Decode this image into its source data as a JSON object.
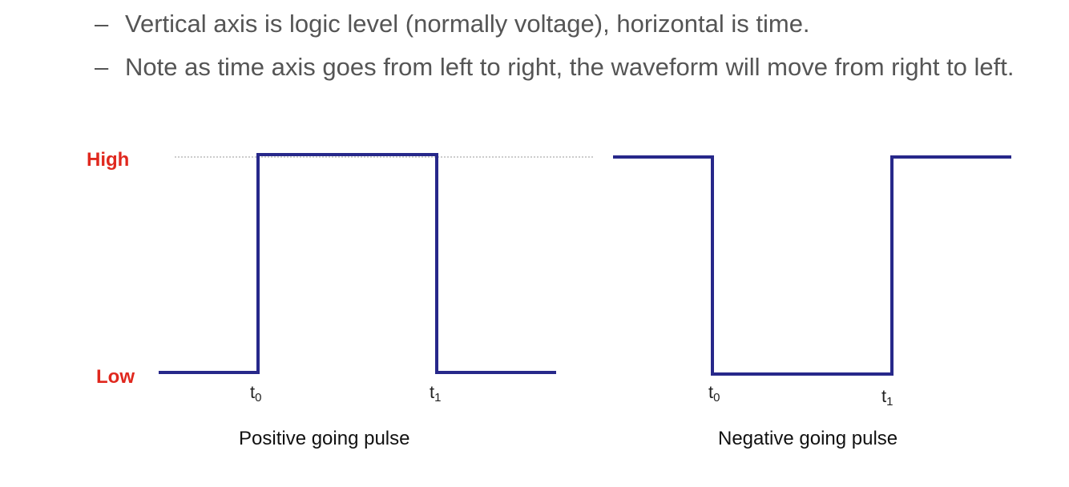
{
  "bullets": [
    {
      "dash": "–",
      "text": "Vertical axis is logic level (normally voltage), horizontal is time."
    },
    {
      "dash": "–",
      "text": "Note as time axis goes from left to right, the waveform will move from right to left."
    }
  ],
  "levels": {
    "high": "High",
    "low": "Low",
    "color": "#e0281e"
  },
  "waveform_color": "#27288a",
  "positive_pulse": {
    "caption": "Positive going pulse",
    "t0": {
      "base": "t",
      "sub": "0"
    },
    "t1": {
      "base": "t",
      "sub": "1"
    },
    "levels": [
      "Low",
      "High",
      "Low"
    ]
  },
  "negative_pulse": {
    "caption": "Negative going pulse",
    "t0": {
      "base": "t",
      "sub": "0"
    },
    "t1": {
      "base": "t",
      "sub": "1"
    },
    "levels": [
      "High",
      "Low",
      "High"
    ]
  }
}
